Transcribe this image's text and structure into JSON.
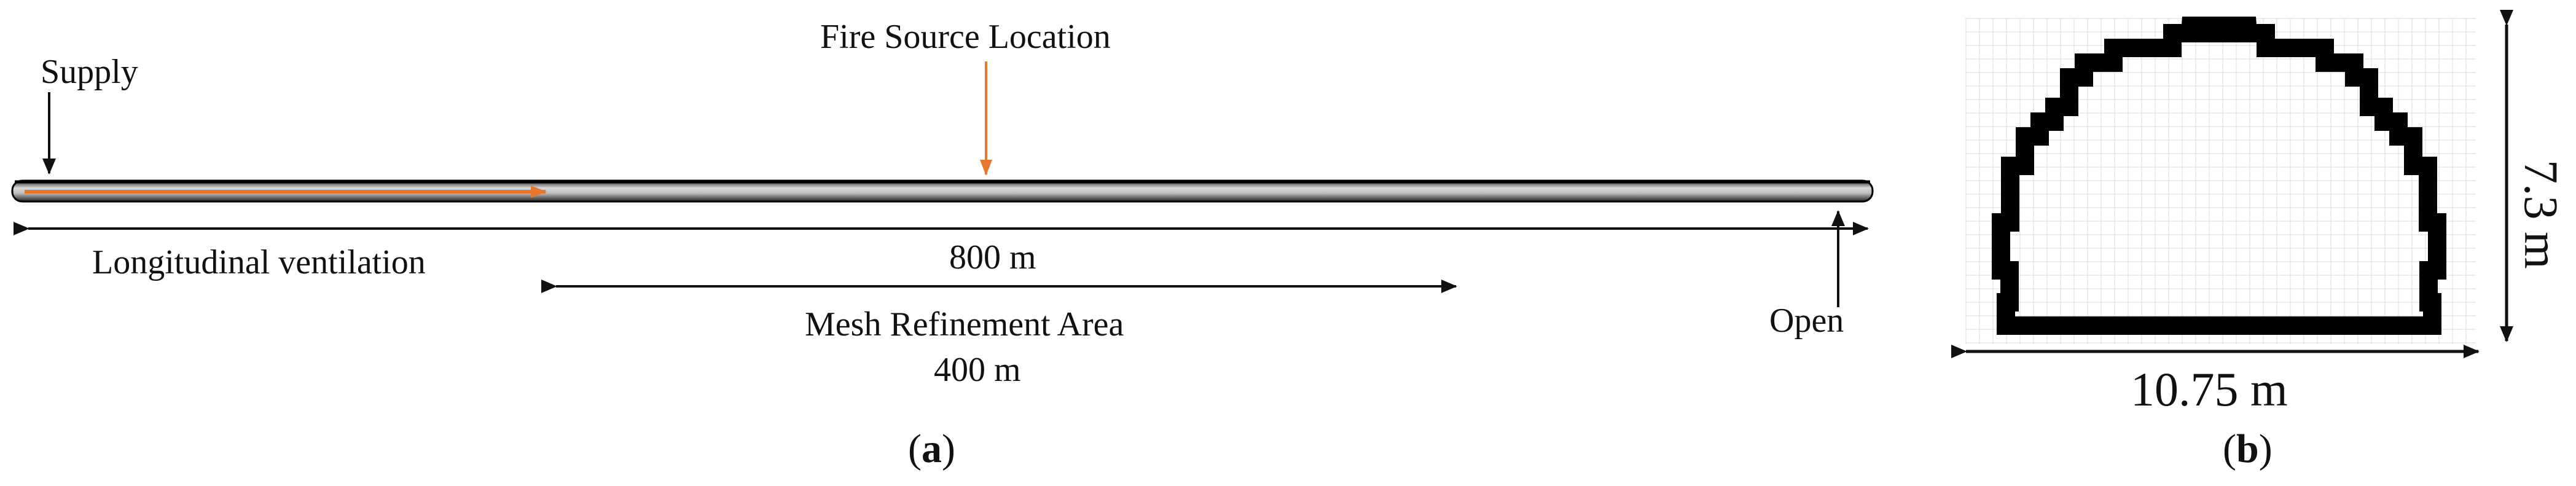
{
  "panel_a": {
    "label_open": "(",
    "label_letter": "a",
    "label_close": ")",
    "supply": "Supply",
    "fire_source": "Fire Source Location",
    "longitudinal": "Longitudinal ventilation",
    "length": "800 m",
    "mesh_area": "Mesh Refinement Area",
    "mesh_length": "400 m",
    "open": "Open"
  },
  "panel_b": {
    "label_open": "(",
    "label_letter": "b",
    "label_close": ")",
    "height": "7.3 m",
    "width": "10.75 m"
  },
  "colors": {
    "arrow": "#111111",
    "orange": "#e8772e",
    "tunnel_fill": "#b9b9b9",
    "tunnel_edge": "#000000",
    "grid": "#d8d8d8"
  }
}
